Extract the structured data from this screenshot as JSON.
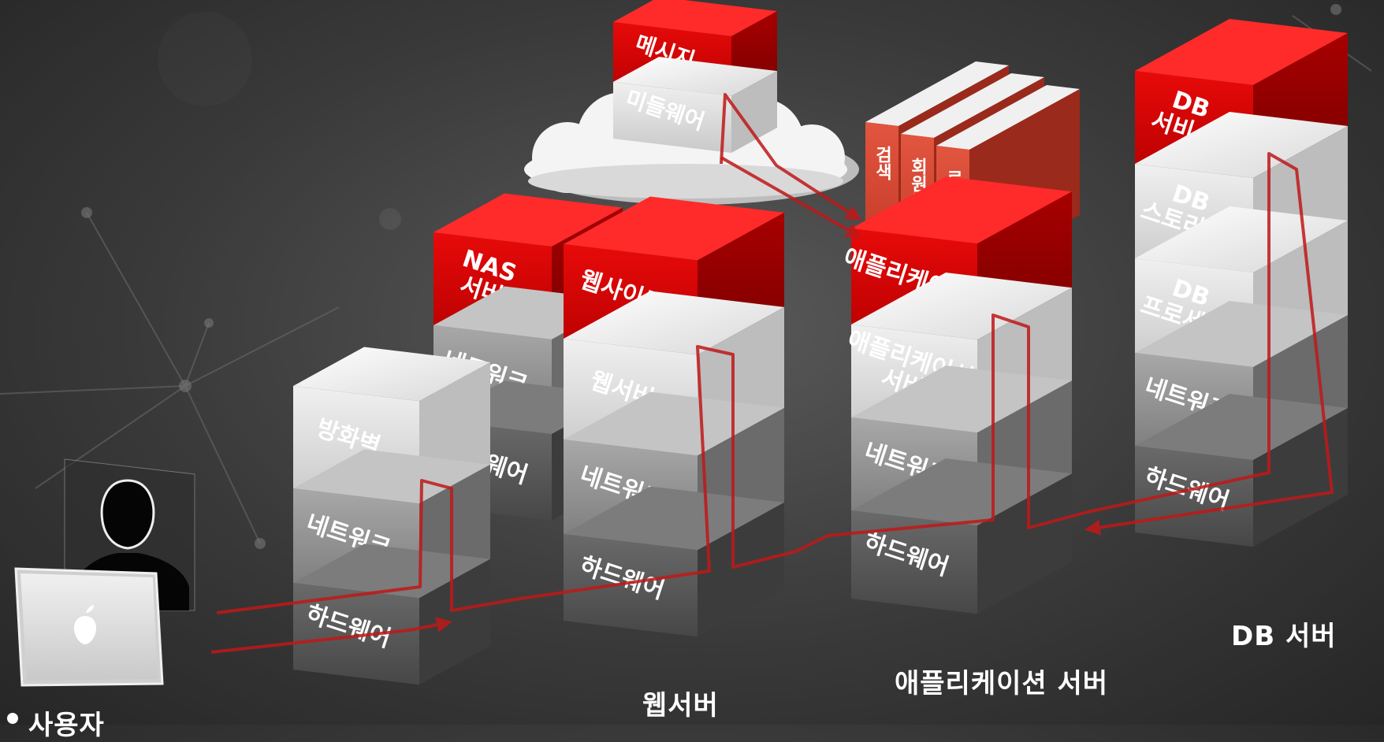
{
  "colors": {
    "red": "#d80000",
    "red_dark": "#9e0000",
    "red_light": "#e14a3a",
    "light_block": "#e6e6e6",
    "mid_block": "#8d8d8d",
    "dark_block": "#565656",
    "flow_arrow": "#c01818"
  },
  "user": {
    "label": "사용자",
    "laptop_icon": "apple-logo-icon",
    "person_icon": "user-silhouette-icon"
  },
  "cloud": {
    "blocks": [
      "메시지",
      "미들웨어"
    ]
  },
  "firewall_stack": {
    "blocks": [
      "방화벽",
      "네트워크",
      "하드웨어"
    ]
  },
  "nas_stack": {
    "blocks": [
      "NAS\n서버",
      "네트워크",
      "하드웨어"
    ]
  },
  "web_stack": {
    "caption": "웹서버",
    "blocks": [
      "웹사이트",
      "웹서버",
      "네트워크",
      "하드웨어"
    ]
  },
  "app_stack": {
    "caption": "애플리케이션 서버",
    "modules": [
      "검색",
      "회원등록",
      "로그인"
    ],
    "blocks": [
      "애플리케이션",
      "애플리케이션\n서버",
      "네트워크",
      "하드웨어"
    ]
  },
  "db_stack": {
    "caption": "DB 서버",
    "blocks": [
      "DB\n서비스",
      "DB\n스토리지",
      "DB\n프로세스",
      "네트워크",
      "하드웨어"
    ]
  }
}
